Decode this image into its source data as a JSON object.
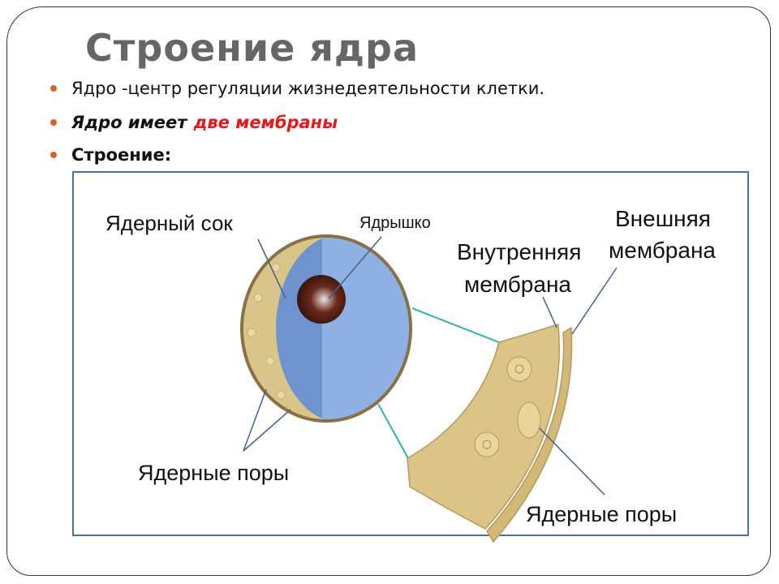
{
  "title": "Строение ядра",
  "bullets": [
    {
      "text": "Ядро -центр регуляции жизнедеятельности клетки."
    },
    {
      "text": "Ядро имеет",
      "highlight": "две мембраны"
    },
    {
      "text": "Строение:"
    }
  ],
  "diagram": {
    "labels": {
      "nuclear_sap": "Ядерный сок",
      "nucleolus": "Ядрышко",
      "outer_membrane_1": "Внешняя",
      "outer_membrane_2": "мембрана",
      "inner_membrane_1": "Внутренняя",
      "inner_membrane_2": "мембрана",
      "pores_left": "Ядерные поры",
      "pores_right": "Ядерные поры"
    }
  },
  "colors": {
    "bullet": "#d9622b",
    "highlight": "#e31b1b",
    "title": "#666666"
  }
}
